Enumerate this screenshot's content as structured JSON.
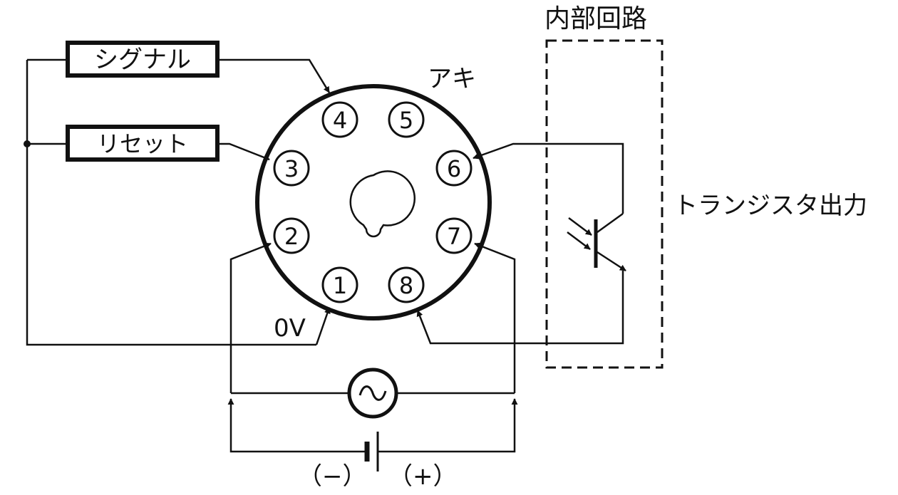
{
  "labels": {
    "signal": "シグナル",
    "reset": "リセット",
    "aki": "アキ",
    "internal_circuit": "内部回路",
    "transistor_output": "トランジスタ出力",
    "zero_v": "0V",
    "minus": "（−）",
    "plus": "（+）"
  },
  "pins": [
    {
      "id": "pin-1",
      "label": "1"
    },
    {
      "id": "pin-2",
      "label": "2"
    },
    {
      "id": "pin-3",
      "label": "3"
    },
    {
      "id": "pin-4",
      "label": "4"
    },
    {
      "id": "pin-5",
      "label": "5"
    },
    {
      "id": "pin-6",
      "label": "6"
    },
    {
      "id": "pin-7",
      "label": "7"
    },
    {
      "id": "pin-8",
      "label": "8"
    }
  ],
  "icons": {
    "ac_source": "ac-source-icon",
    "dc_battery": "battery-icon",
    "phototransistor": "phototransistor-icon"
  }
}
